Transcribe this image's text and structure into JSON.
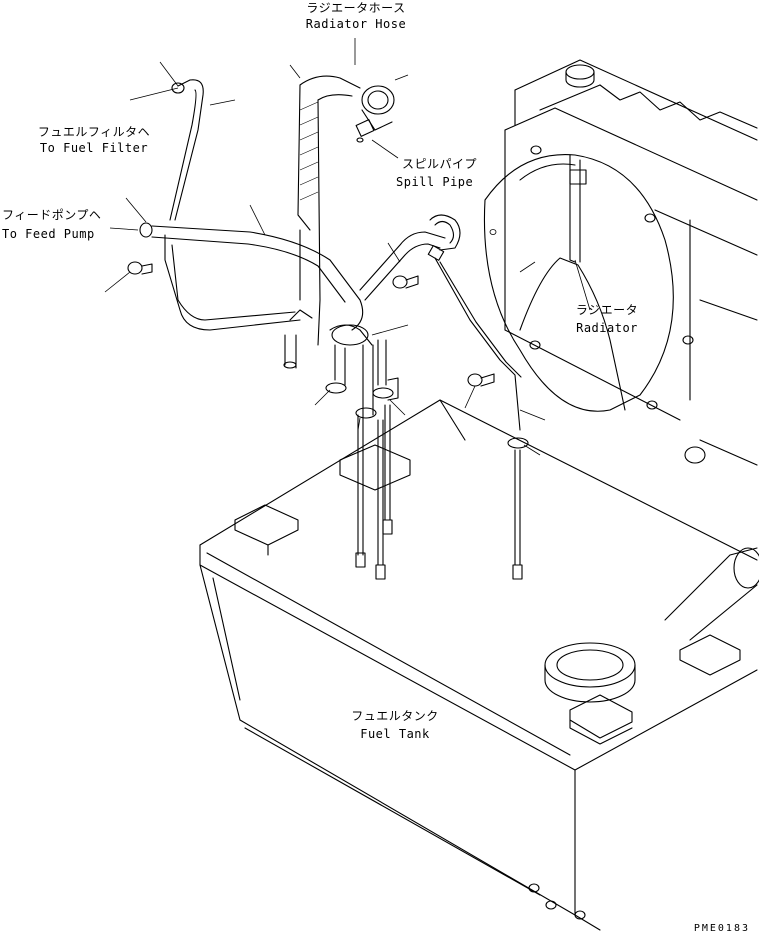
{
  "labels": {
    "radiator_hose_jp": "ラジエータホース",
    "radiator_hose_en": "Radiator Hose",
    "fuel_filter_jp": "フュエルフィルタヘ",
    "fuel_filter_en": "To Fuel Filter",
    "feed_pump_jp": "フィードポンプヘ",
    "feed_pump_en": "To Feed Pump",
    "spill_pipe_jp": "スピルパイプ",
    "spill_pipe_en": "Spill Pipe",
    "radiator_jp": "ラジエータ",
    "radiator_en": "Radiator",
    "fuel_tank_jp": "フュエルタンク",
    "fuel_tank_en": "Fuel Tank",
    "figure_code": "PME0183"
  }
}
